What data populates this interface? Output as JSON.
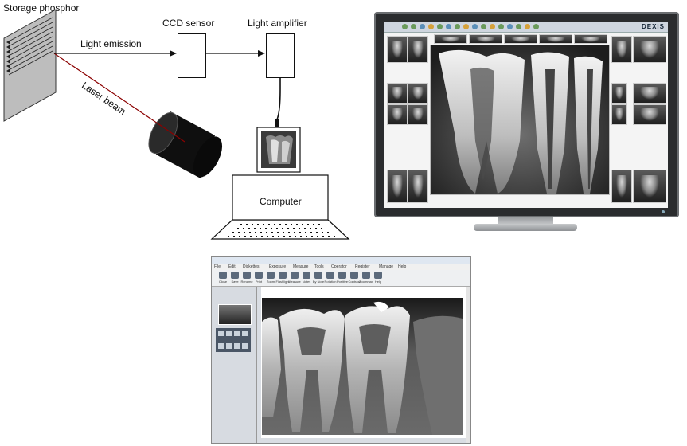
{
  "labels": {
    "storage_phosphor": "Storage phosphor",
    "ccd_sensor": "CCD sensor",
    "light_amplifier": "Light amplifier",
    "light_emission": "Light emission",
    "laser_beam": "Laser beam",
    "computer": "Computer"
  },
  "monitor": {
    "brand": "DEXIS",
    "toolbar_dot_colors": [
      "#6a9a5a",
      "#6a9a5a",
      "#5b8fb8",
      "#d6a13a",
      "#6a9a5a",
      "#5b8fb8",
      "#6a9a5a",
      "#d6a13a",
      "#5b8fb8",
      "#6a9a5a",
      "#d6a13a",
      "#6a9a5a",
      "#5b8fb8",
      "#6a9a5a",
      "#d6a13a",
      "#6a9a5a"
    ]
  },
  "software": {
    "menu": [
      "File",
      "Edit",
      "Diskettes",
      "Exposure",
      "Measure",
      "Tools",
      "Operator",
      "Register",
      "Manage",
      "Help"
    ],
    "tools": [
      "Close",
      "Save",
      "Rename",
      "Print",
      "Zoom",
      "Flashlight",
      "Measure",
      "Notes",
      "By Note",
      "Rotation",
      "Positive",
      "Contrast",
      "Zoommax",
      "Help"
    ]
  },
  "colors": {
    "laser_line": "#8b0000",
    "diagram_stroke": "#111111",
    "monitor_bezel": "#2a2c2e"
  }
}
